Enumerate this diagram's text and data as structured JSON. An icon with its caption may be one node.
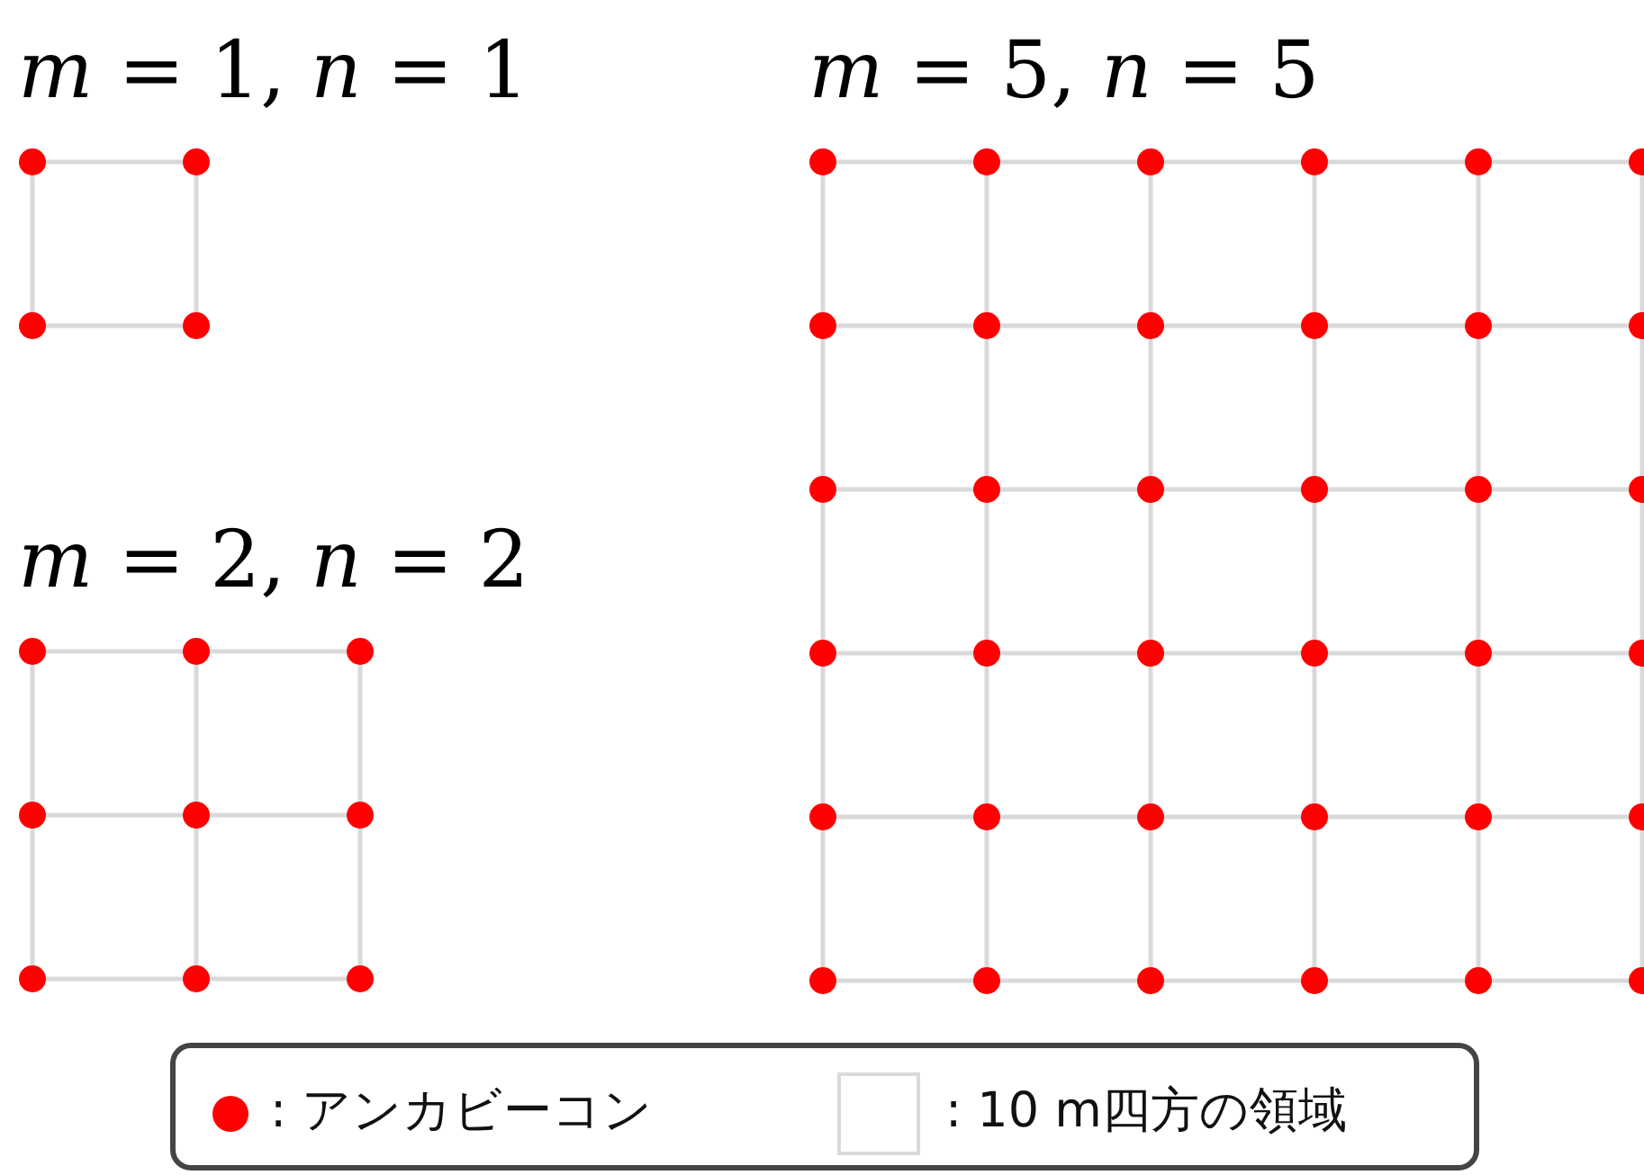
{
  "diagram": {
    "labels": [
      "*m* = 1, *n* = 1",
      "*m* = 5, *n* = 5",
      "*m* = 2, *n* = 2"
    ],
    "legend": [
      {
        "text": ": アンカビーコン"
      },
      {
        "text": ": 10 m四方の領域"
      }
    ]
  }
}
